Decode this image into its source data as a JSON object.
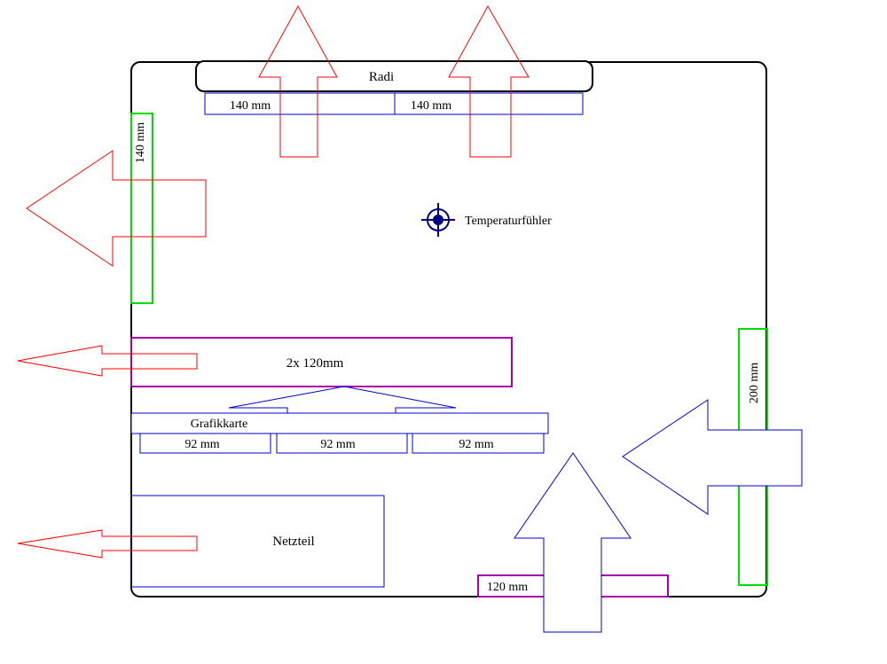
{
  "labels": {
    "radiator": "Radi",
    "radiator_fan_1": "140 mm",
    "radiator_fan_2": "140 mm",
    "rear_fan": "140 mm",
    "temperature_sensor": "Temperaturfühler",
    "gpu_exhaust": "2x 120mm",
    "graphics_card": "Grafikkarte",
    "gpu_fan_1": "92 mm",
    "gpu_fan_2": "92 mm",
    "gpu_fan_3": "92 mm",
    "psu": "Netzteil",
    "bottom_fan": "120 mm",
    "front_fan": "200 mm"
  },
  "colors": {
    "case_outline": "#000000",
    "exhaust_arrow": "#ff0000",
    "intake_arrow": "#0000cc",
    "fan_140_green": "#00dd00",
    "fan_120_magenta": "#aa00aa",
    "component_blue": "#0000cc",
    "sensor": "#000080"
  },
  "icons": {
    "sensor": "crosshair-icon"
  }
}
